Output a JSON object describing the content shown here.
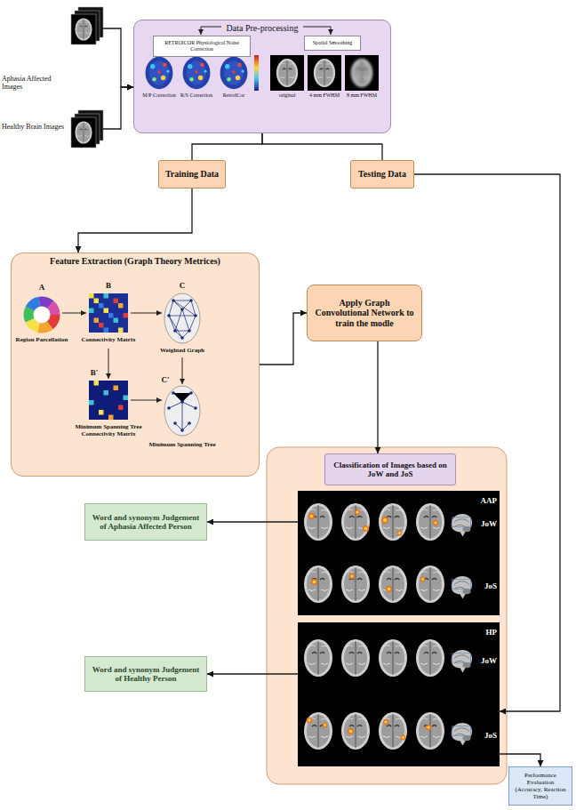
{
  "diagram": {
    "nodes": [
      {
        "text": [
          "Aphasia Affected Images"
        ]
      },
      {
        "text": [
          "Healthy Brain Images"
        ]
      },
      {
        "text": [
          "Data Pre-processing"
        ]
      },
      {
        "text": [
          "RETROICOR Physiological Noise Correction"
        ],
        "in": 2
      },
      {
        "text": [
          "Spatial Smoothing"
        ],
        "in": 2
      },
      {
        "text": [
          "Training Data"
        ]
      },
      {
        "text": [
          "Testing Data"
        ]
      },
      {
        "text": [
          "Feature Extraction (Graph Theory Metrices)"
        ]
      },
      {
        "text": [
          "Apply Graph Convolutional Network to train the modle"
        ]
      },
      {
        "text": [
          "Classification of Images based on JoW and JoS"
        ]
      },
      {
        "text": [
          "AAP",
          "JoW",
          "JoS"
        ]
      },
      {
        "text": [
          "HP",
          "JoW",
          "JoS"
        ]
      },
      {
        "text": [
          "Word and synonym Judgement of Aphasia Affected Person"
        ]
      },
      {
        "text": [
          "Word and synonym Judgement of Healthy Person"
        ]
      },
      {
        "text": [
          "Performance Evaluation (Accuracy, Reaction Time)"
        ]
      }
    ],
    "edges": [
      {
        "from": 0,
        "to": 2,
        "arrow": "to"
      },
      {
        "from": 1,
        "to": 2,
        "arrow": "to"
      },
      {
        "from": 2,
        "to": 5,
        "arrow": "none"
      },
      {
        "from": 2,
        "to": 6,
        "arrow": "none"
      },
      {
        "from": 5,
        "to": 7,
        "arrow": "to"
      },
      {
        "from": 7,
        "to": 8,
        "arrow": "to"
      },
      {
        "from": 8,
        "to": 9,
        "arrow": "to"
      },
      {
        "from": 6,
        "to": 11,
        "arrow": "to"
      },
      {
        "from": 10,
        "to": 12,
        "arrow": "to"
      },
      {
        "from": 11,
        "to": 13,
        "arrow": "to"
      },
      {
        "from": 11,
        "to": 14,
        "arrow": "to"
      }
    ],
    "labels": [
      "M/P Correction",
      "R/S Correction",
      "RetroICor",
      "original",
      "4 mm FWHM",
      "8 mm FWHM",
      "A",
      "B",
      "C",
      "Region Parcellation",
      "Connectivity Matrix",
      "Weighted Graph",
      "B'",
      "C'",
      "Minimum Spanning Tree Connectivity Matrix",
      "Minimum Spanning Tree"
    ]
  }
}
